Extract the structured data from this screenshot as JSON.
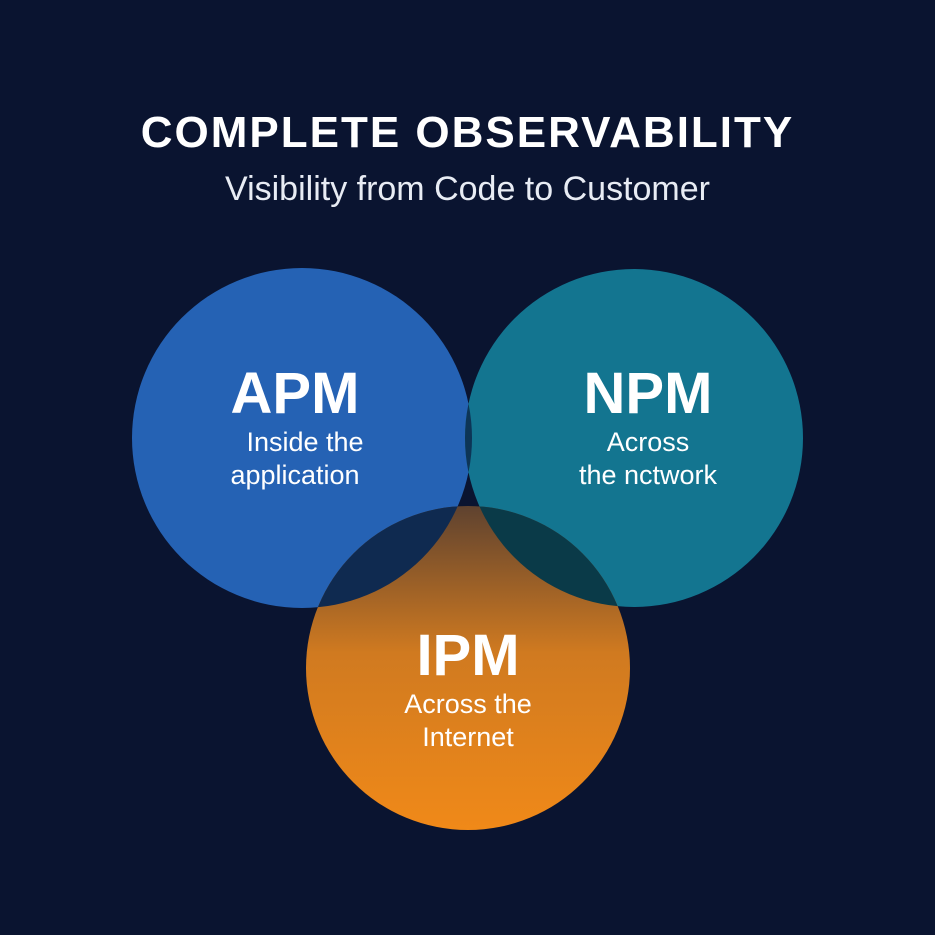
{
  "header": {
    "title": "COMPLETE OBSERVABILITY",
    "subtitle": "Visibility from Code to Customer"
  },
  "circles": [
    {
      "name": "APM",
      "line1": "Inside the",
      "line2": "application",
      "color": "#2562b4"
    },
    {
      "name": "NPM",
      "line1": "Across",
      "line2": "the nctwork",
      "color": "#137590"
    },
    {
      "name": "IPM",
      "line1": "Across the",
      "line2": "Internet",
      "color": "#f08a1a"
    }
  ],
  "colors": {
    "background": "#0a1430",
    "apm_npm": "#0d3556",
    "apm_ipm": "#0f2a50",
    "npm_ipm": "#0a3a48"
  }
}
